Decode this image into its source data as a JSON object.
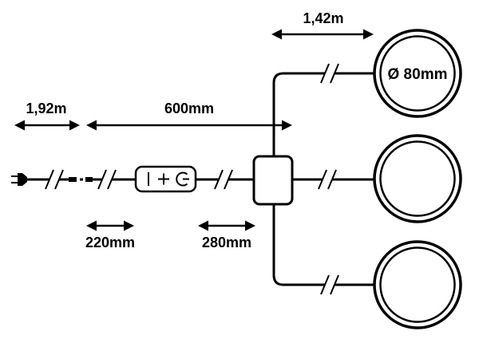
{
  "diagram": {
    "labels": {
      "top_cable_length": "1,42m",
      "left_cable_length": "1,92m",
      "main_span": "600mm",
      "connector_to_switch": "220mm",
      "switch_to_junction": "280mm",
      "light_diameter": "Ø 80mm"
    },
    "icons": {
      "plug": "plug-icon",
      "connector": "cable-connector-icon",
      "switch_on": "on-icon",
      "switch_plus": "plus-icon",
      "switch_dimmer": "dimmer-icon",
      "junction": "junction-box-icon",
      "light": "ring-light-icon",
      "cable_break": "cable-break-icon"
    },
    "colors": {
      "line": "#000000",
      "background": "#ffffff"
    }
  }
}
